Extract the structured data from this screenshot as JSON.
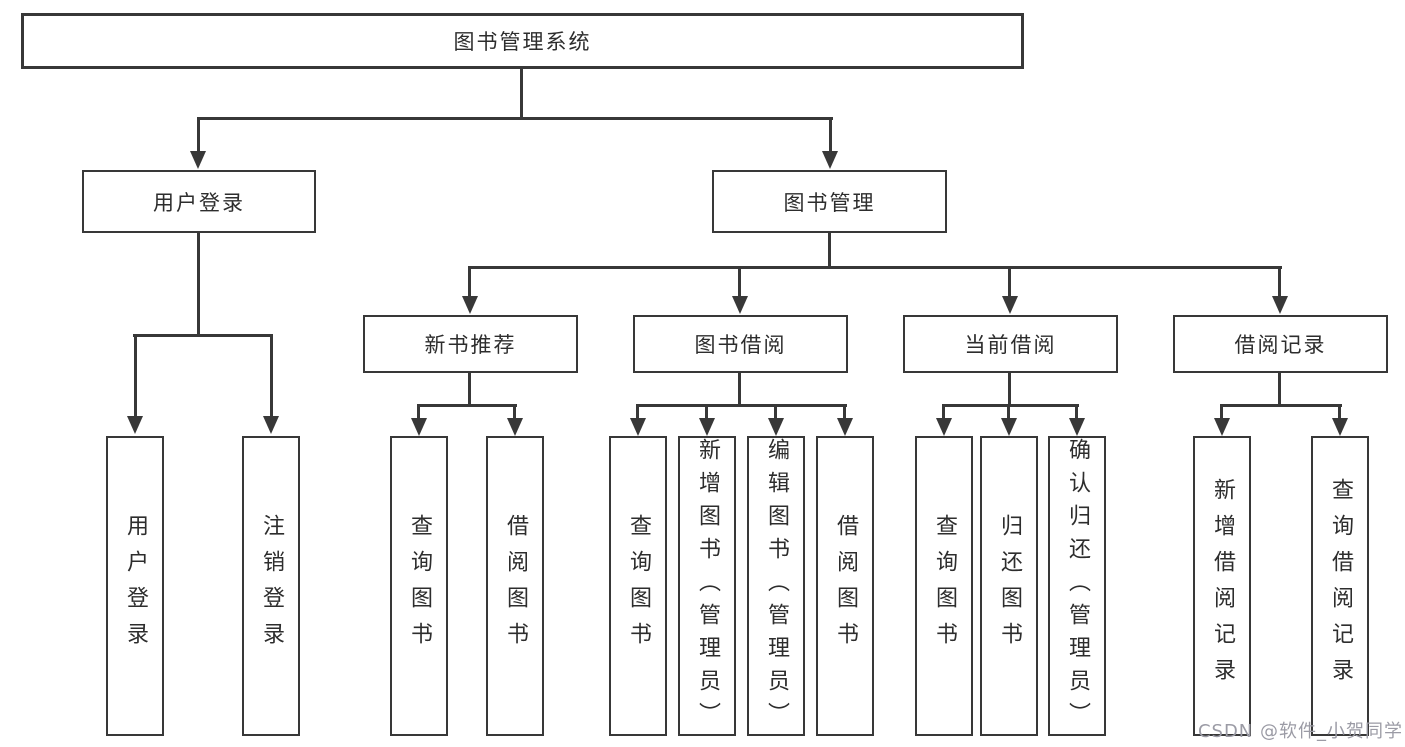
{
  "tree": {
    "root": {
      "label": "图书管理系统"
    },
    "branches": [
      {
        "label": "用户登录",
        "children": [
          {
            "label": "用户登录"
          },
          {
            "label": "注销登录"
          }
        ]
      },
      {
        "label": "图书管理",
        "groups": [
          {
            "label": "新书推荐",
            "children": [
              {
                "label": "查询图书"
              },
              {
                "label": "借阅图书"
              }
            ]
          },
          {
            "label": "图书借阅",
            "children": [
              {
                "label": "查询图书"
              },
              {
                "label": "新增图书（管理员）"
              },
              {
                "label": "编辑图书（管理员）"
              },
              {
                "label": "借阅图书"
              }
            ]
          },
          {
            "label": "当前借阅",
            "children": [
              {
                "label": "查询图书"
              },
              {
                "label": "归还图书"
              },
              {
                "label": "确认归还（管理员）"
              }
            ]
          },
          {
            "label": "借阅记录",
            "children": [
              {
                "label": "新增借阅记录"
              },
              {
                "label": "查询借阅记录"
              }
            ]
          }
        ]
      }
    ]
  },
  "watermark": "CSDN @软件_小贺同学",
  "colors": {
    "line": "#383838",
    "text": "#2d2d2d",
    "box_fill": "#ffffff",
    "watermark": "#9b9ba5"
  }
}
